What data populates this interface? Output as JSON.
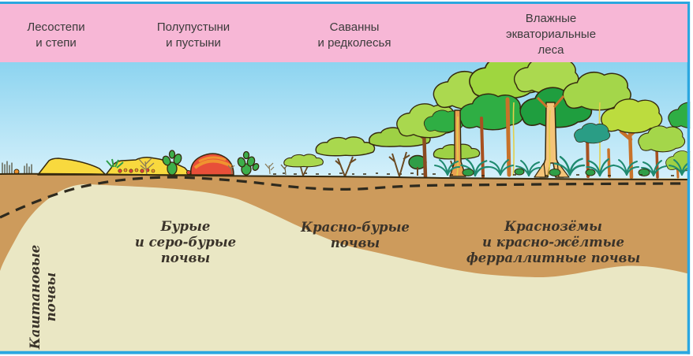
{
  "palette": {
    "frame_blue": "#2BA7E0",
    "header_pink": "#F7B7D6",
    "header_text": "#3B3B3B",
    "sky_top": "#69C6EB",
    "sky_bottom": "#D9F2FB",
    "subsoil_brown": "#CD9B5C",
    "deep_soil_cream": "#EAE7C4",
    "soil_boundary_dash": "#2E2A1E",
    "soil_text": "#3A332A",
    "dune_yellow": "#F8D93E",
    "cactus_green": "#3DAE4A",
    "rock_red": "#E84F39",
    "rock_orange": "#F0932F",
    "canopy_light_green": "#ABD94F",
    "canopy_mid_green": "#2FAE44",
    "canopy_dark_green": "#1F9E3F",
    "canopy_teal": "#2A9D85",
    "trunk_brown": "#A85020",
    "trunk_orange": "#C8722A",
    "buttress_tan": "#F5C478",
    "liana_yellow": "#E3CF4A"
  },
  "header": {
    "zones": [
      {
        "id": "forest-steppe",
        "label": "Лесостепи\nи степи"
      },
      {
        "id": "semidesert",
        "label": "Полупустыни\nи пустыни"
      },
      {
        "id": "savanna",
        "label": "Саванны\nи редколесья"
      },
      {
        "id": "equatorial-forest",
        "label": "Влажные\nэкваториальные\nлеса"
      }
    ]
  },
  "soil_labels": {
    "chestnut": "Каштановые\nпочвы",
    "brown_grey": "Бурые\nи серо-бурые\nпочвы",
    "red_brown": "Красно-бурые\nпочвы",
    "ferrallitic": "Краснозёмы\nи красно-жёлтые\nферраллитные почвы"
  }
}
